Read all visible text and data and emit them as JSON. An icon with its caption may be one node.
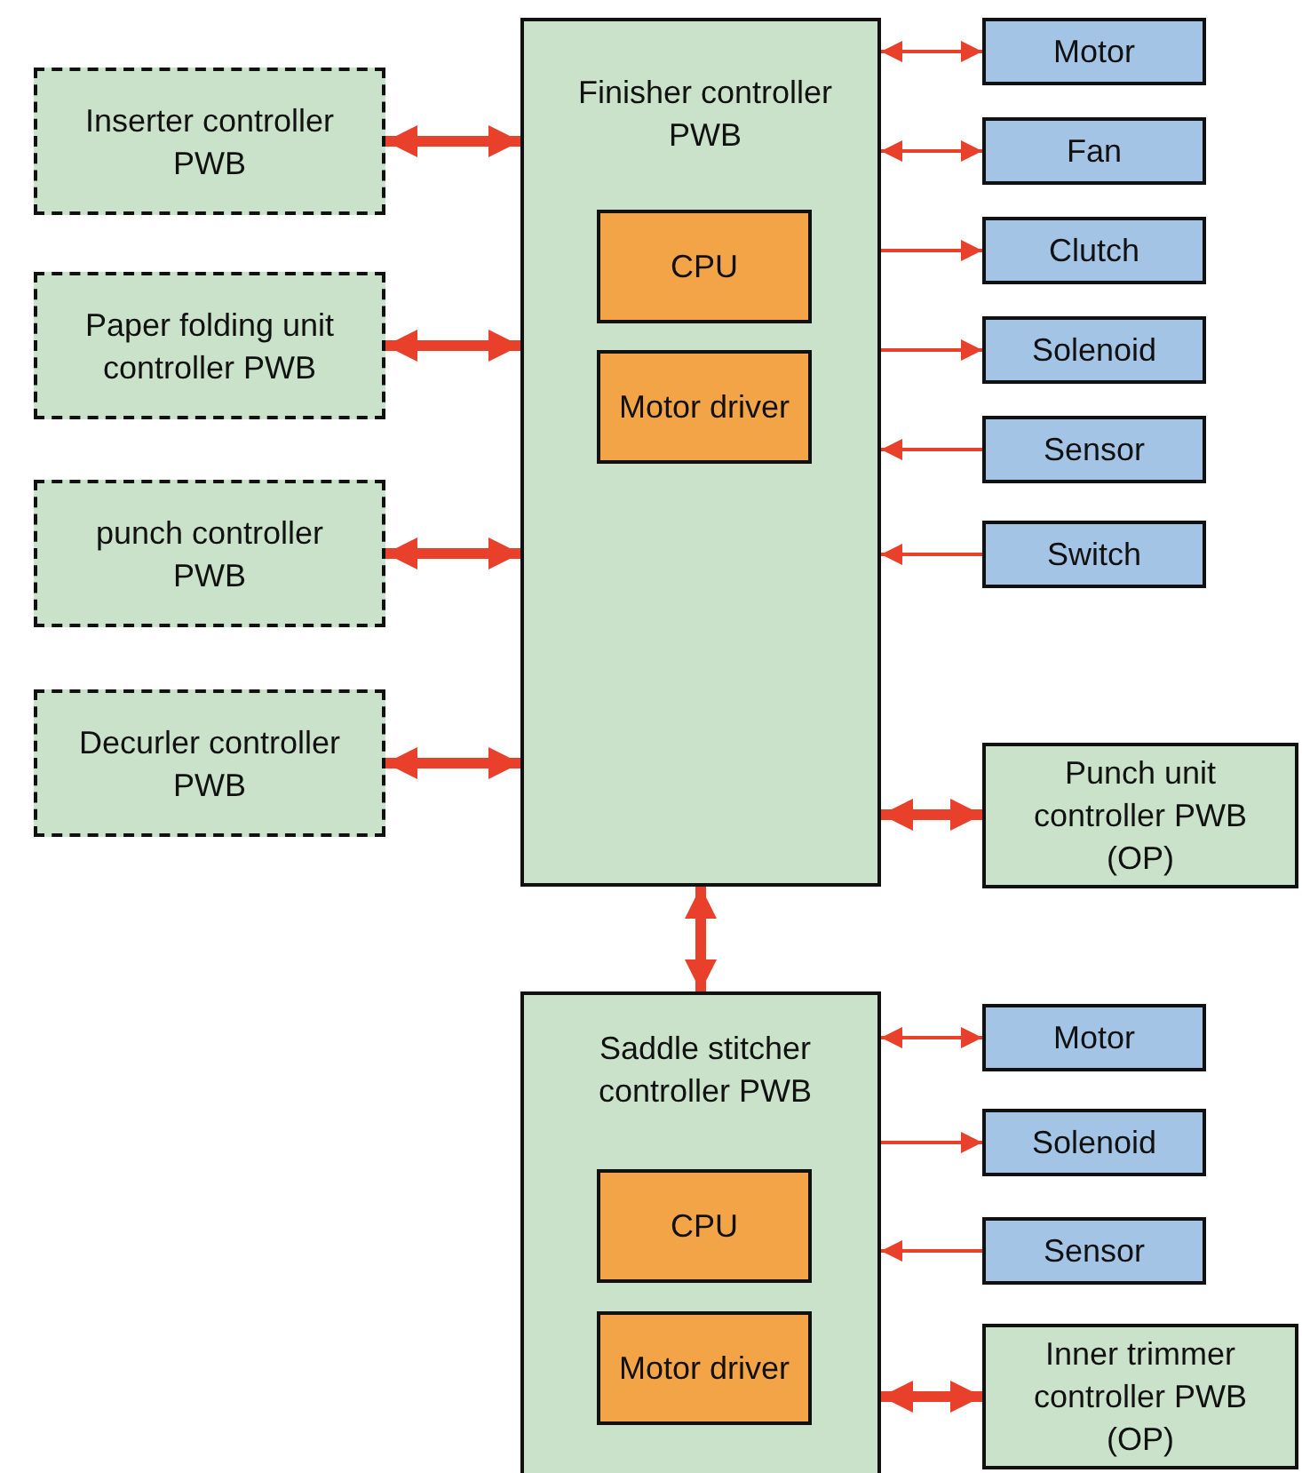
{
  "diagram": {
    "nodes": [
      {
        "text": [
          "Finisher controller PWB"
        ]
      },
      {
        "text": [
          "CPU"
        ],
        "in": 0
      },
      {
        "text": [
          "Motor driver"
        ],
        "in": 0
      },
      {
        "text": [
          "Inserter controller PWB"
        ]
      },
      {
        "text": [
          "Paper folding unit controller PWB"
        ]
      },
      {
        "text": [
          "punch controller PWB"
        ]
      },
      {
        "text": [
          "Decurler controller PWB"
        ]
      },
      {
        "text": [
          "Motor"
        ]
      },
      {
        "text": [
          "Fan"
        ]
      },
      {
        "text": [
          "Clutch"
        ]
      },
      {
        "text": [
          "Solenoid"
        ]
      },
      {
        "text": [
          "Sensor"
        ]
      },
      {
        "text": [
          "Switch"
        ]
      },
      {
        "text": [
          "Punch unit controller PWB (OP)"
        ]
      },
      {
        "text": [
          "Saddle stitcher controller PWB"
        ]
      },
      {
        "text": [
          "CPU"
        ],
        "in": 14
      },
      {
        "text": [
          "Motor driver"
        ],
        "in": 14
      },
      {
        "text": [
          "Motor"
        ]
      },
      {
        "text": [
          "Solenoid"
        ]
      },
      {
        "text": [
          "Sensor"
        ]
      },
      {
        "text": [
          "Inner trimmer controller PWB (OP)"
        ]
      }
    ],
    "edges": [
      {
        "from": 3,
        "to": 0,
        "arrow": "both",
        "style": "thick"
      },
      {
        "from": 4,
        "to": 0,
        "arrow": "both",
        "style": "thick"
      },
      {
        "from": 5,
        "to": 0,
        "arrow": "both",
        "style": "thick"
      },
      {
        "from": 6,
        "to": 0,
        "arrow": "both",
        "style": "thick"
      },
      {
        "from": 0,
        "to": 7,
        "arrow": "both"
      },
      {
        "from": 0,
        "to": 8,
        "arrow": "both"
      },
      {
        "from": 0,
        "to": 9,
        "arrow": "to"
      },
      {
        "from": 0,
        "to": 10,
        "arrow": "to"
      },
      {
        "from": 11,
        "to": 0,
        "arrow": "to"
      },
      {
        "from": 12,
        "to": 0,
        "arrow": "to"
      },
      {
        "from": 0,
        "to": 13,
        "arrow": "both",
        "style": "thick"
      },
      {
        "from": 0,
        "to": 14,
        "arrow": "both",
        "style": "thick"
      },
      {
        "from": 14,
        "to": 17,
        "arrow": "both"
      },
      {
        "from": 14,
        "to": 18,
        "arrow": "to"
      },
      {
        "from": 19,
        "to": 14,
        "arrow": "to"
      },
      {
        "from": 14,
        "to": 20,
        "arrow": "both",
        "style": "thick"
      }
    ]
  }
}
